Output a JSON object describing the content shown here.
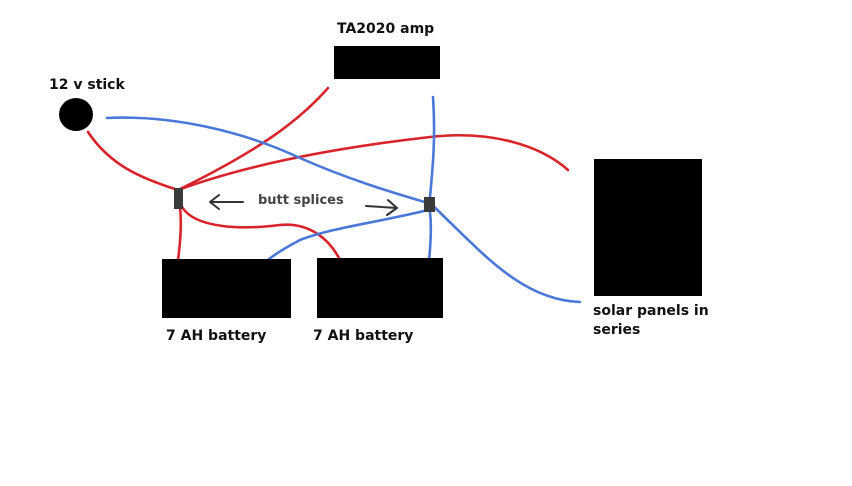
{
  "labels": {
    "amp": "TA2020 amp",
    "stick": "12 v stick",
    "splices": "butt splices",
    "battery_left": "7 AH battery",
    "battery_right": "7 AH battery",
    "solar_line1": "solar panels in",
    "solar_line2": "series"
  },
  "colors": {
    "background": "#ffffff",
    "block": "#000000",
    "positive_wire": "#d8232a",
    "negative_wire": "#4a78d8",
    "splice": "#3a3a3a",
    "text": "#111111",
    "arrow": "#333333"
  }
}
